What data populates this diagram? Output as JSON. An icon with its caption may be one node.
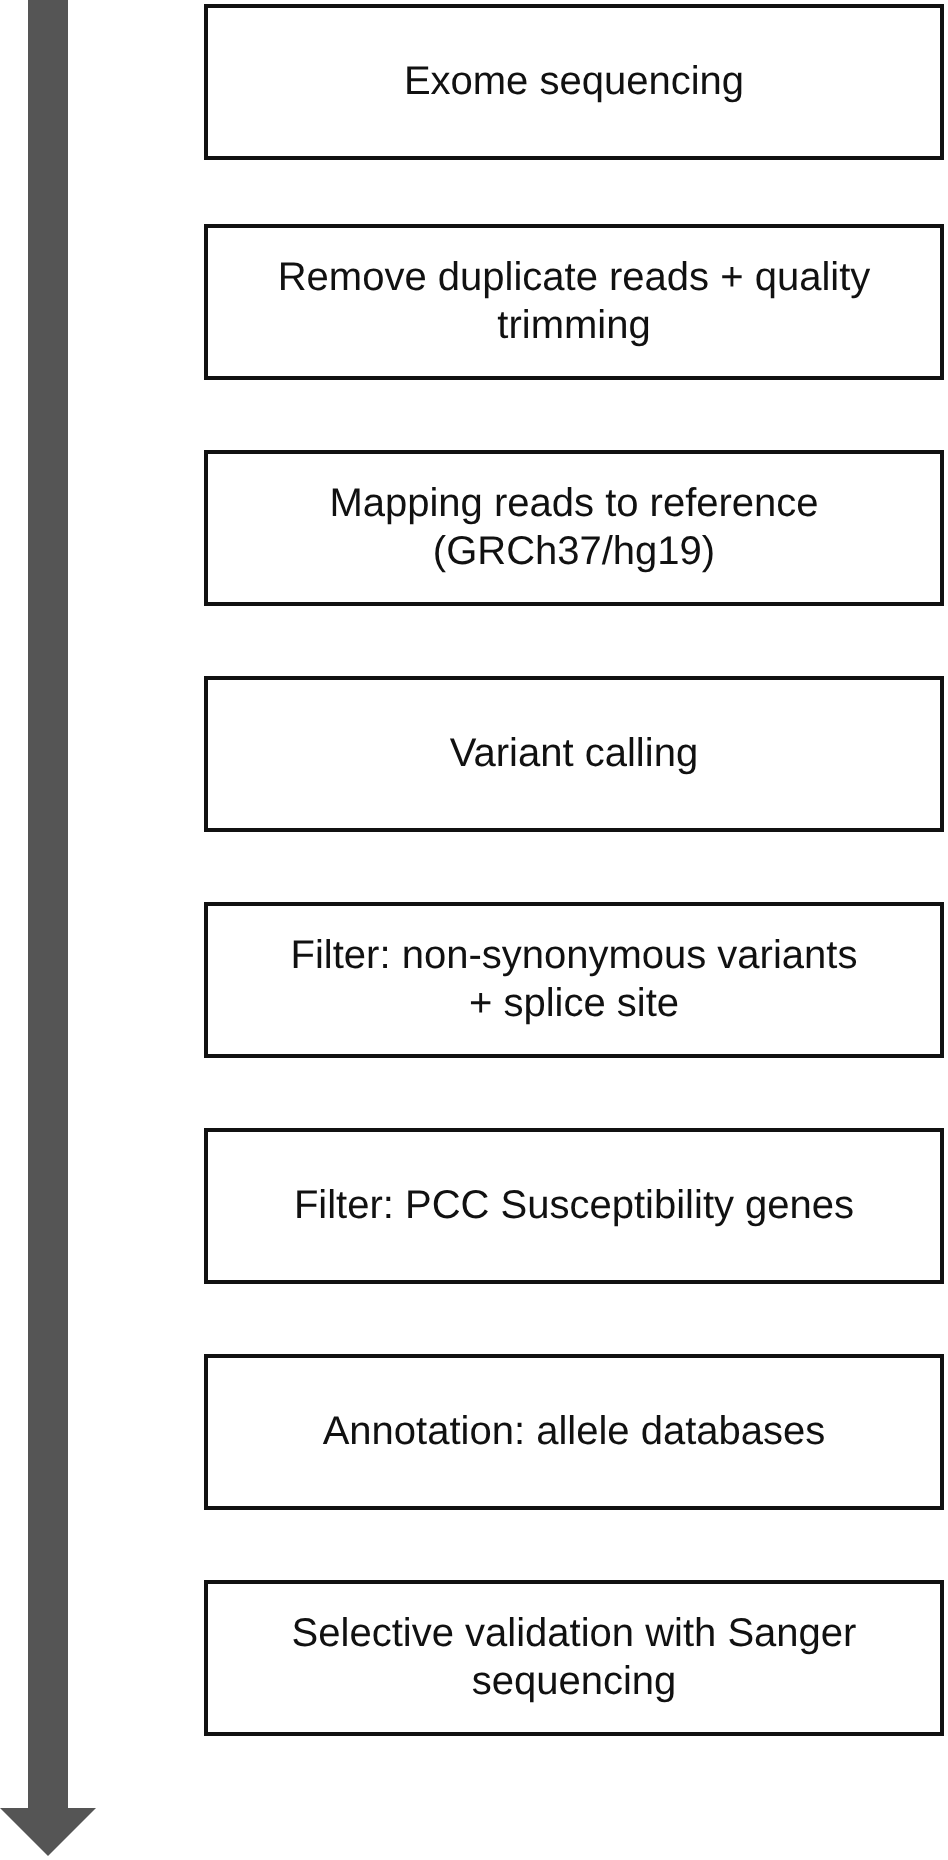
{
  "diagram": {
    "nodes": [
      {
        "text": [
          "Exome sequencing"
        ]
      },
      {
        "text": [
          "Remove duplicate reads + quality trimming"
        ]
      },
      {
        "text": [
          "Mapping reads to reference (GRCh37/hg19)"
        ]
      },
      {
        "text": [
          "Variant calling"
        ]
      },
      {
        "text": [
          "Filter: non-synonymous variants + splice site"
        ]
      },
      {
        "text": [
          "Filter: PCC Susceptibility genes"
        ]
      },
      {
        "text": [
          "Annotation: allele databases"
        ]
      },
      {
        "text": [
          "Selective validation with Sanger sequencing"
        ]
      }
    ],
    "edges": []
  }
}
